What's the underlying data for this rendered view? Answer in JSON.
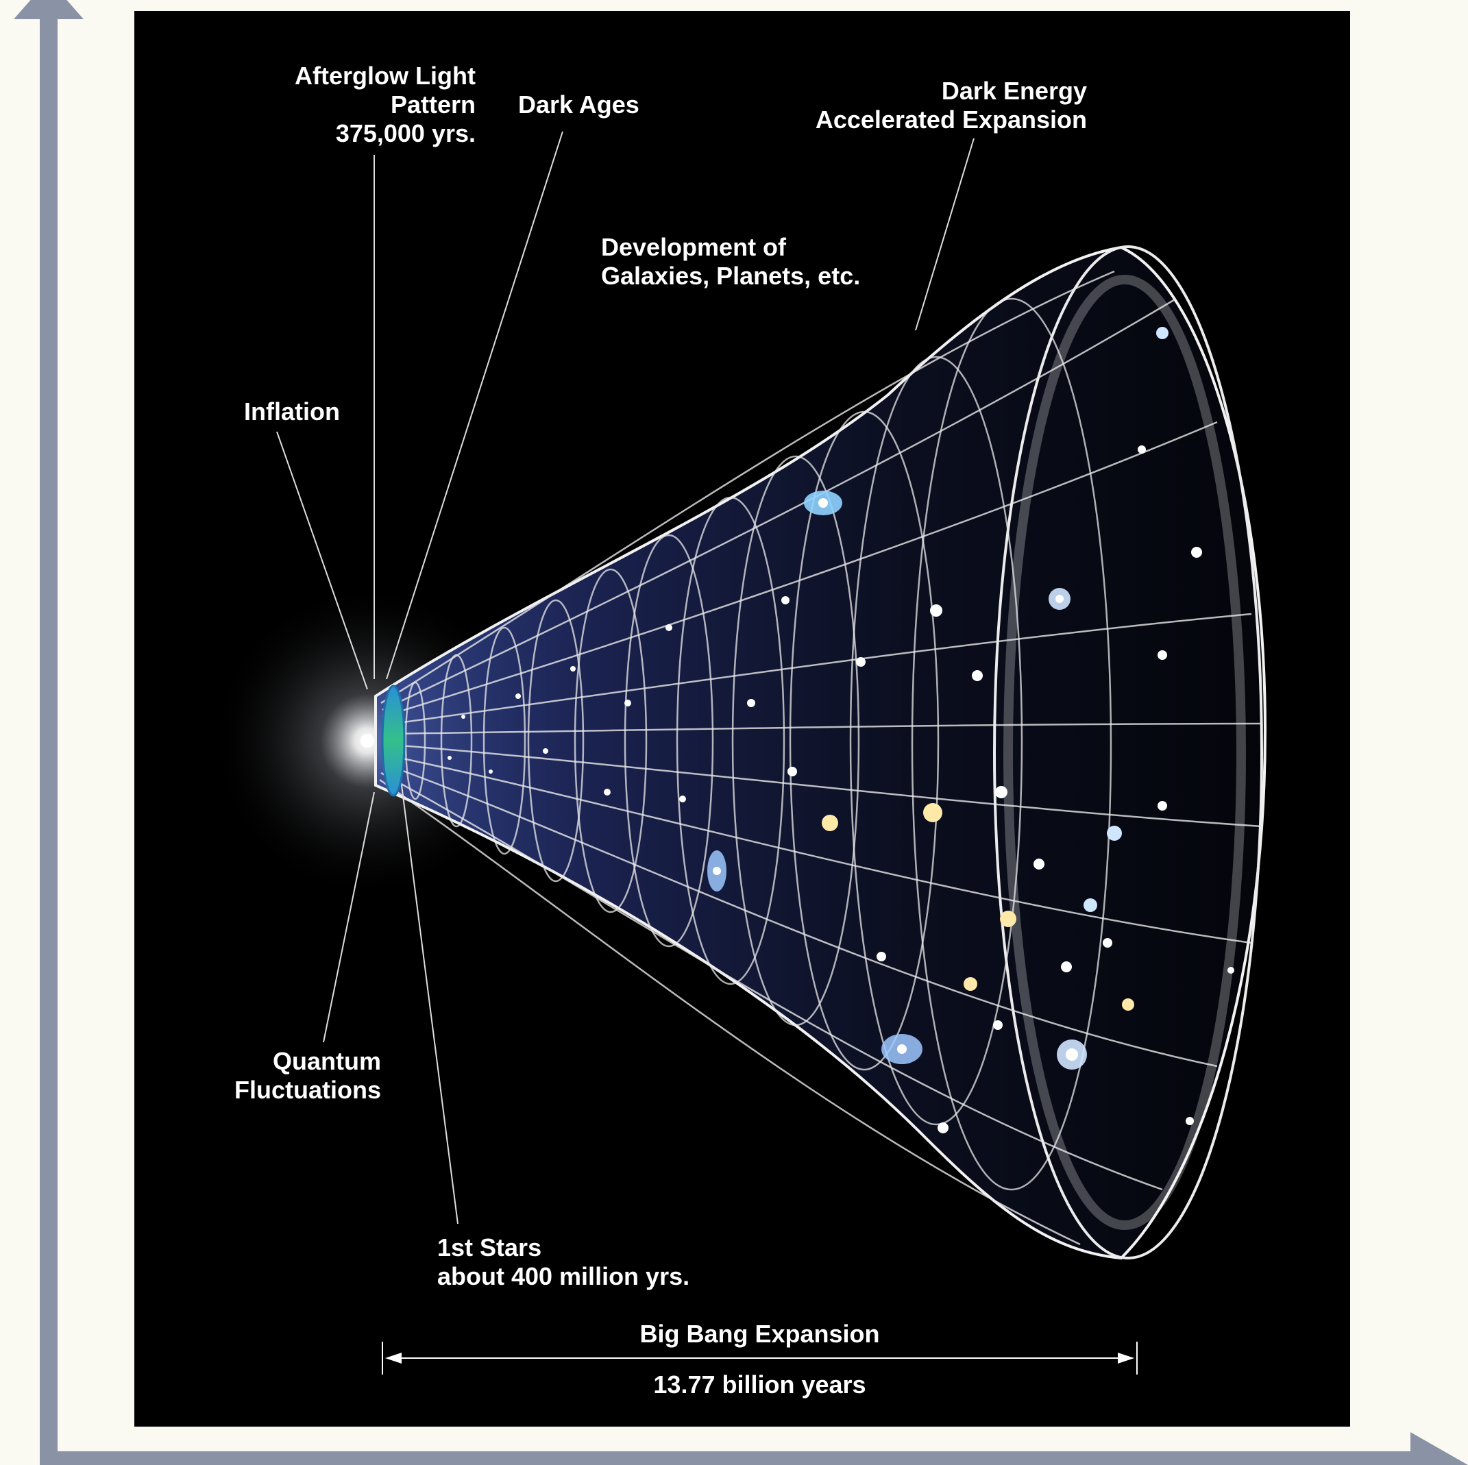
{
  "labels": {
    "afterglow_line1": "Afterglow Light",
    "afterglow_line2": "Pattern",
    "afterglow_line3": "375,000 yrs.",
    "dark_ages": "Dark Ages",
    "dark_energy_line1": "Dark Energy",
    "dark_energy_line2": "Accelerated Expansion",
    "development_line1": "Development of",
    "development_line2": "Galaxies, Planets, etc.",
    "inflation": "Inflation",
    "quantum_line1": "Quantum",
    "quantum_line2": "Fluctuations",
    "first_stars_line1": "1st Stars",
    "first_stars_line2": "about 400 million yrs."
  },
  "timeline": {
    "title": "Big Bang Expansion",
    "duration": "13.77 billion years"
  },
  "colors": {
    "background": "#fafaf2",
    "panel": "#000000",
    "axis": "#8a93a5",
    "grid": "#e8e8e8",
    "text": "#ffffff",
    "cmb_band": "#2fb7a0"
  }
}
